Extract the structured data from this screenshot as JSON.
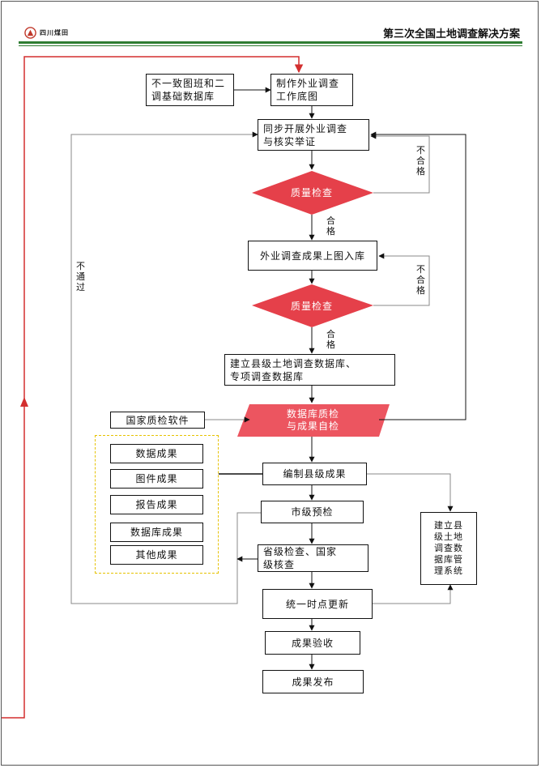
{
  "header": {
    "logo_text": "四川煤田",
    "doc_title": "第三次全国土地调查解决方案",
    "brand_color": "#2e7d32",
    "logo_color": "#c0392b"
  },
  "flow": {
    "inputs_box": "不一致图班和二\n调基础数据库",
    "make_basemap": "制作外业调查\n工作底图",
    "field_survey": "同步开展外业调查\n与核实举证",
    "quality_check_1": "质量检查",
    "survey_to_db": "外业调查成果上图入库",
    "quality_check_2": "质量检查",
    "build_db": "建立县级土地调查数据库、\n专项调查数据库",
    "national_software": "国家质检软件",
    "db_check": "数据库质检\n与成果自检",
    "compile_results": "编制县级成果",
    "city_precheck": "市级预检",
    "province_check": "省级检查、国家\n级核查",
    "unify_update": "统一时点更新",
    "acceptance": "成果验收",
    "publish": "成果发布",
    "county_system": "建立县\n级土地\n调查数\n据库管\n理系统"
  },
  "outputs": [
    "数据成果",
    "图件成果",
    "报告成果",
    "数据库成果",
    "其他成果"
  ],
  "edge_labels": {
    "fail_1": "不合格",
    "pass_1": "合格",
    "fail_2": "不合格",
    "pass_2": "合格",
    "not_pass": "不通过"
  },
  "colors": {
    "diamond_fill": "#e5404a",
    "parallelogram_fill": "#ec5560",
    "feedback_line": "#d32f2f",
    "group_border": "#e6c200"
  }
}
